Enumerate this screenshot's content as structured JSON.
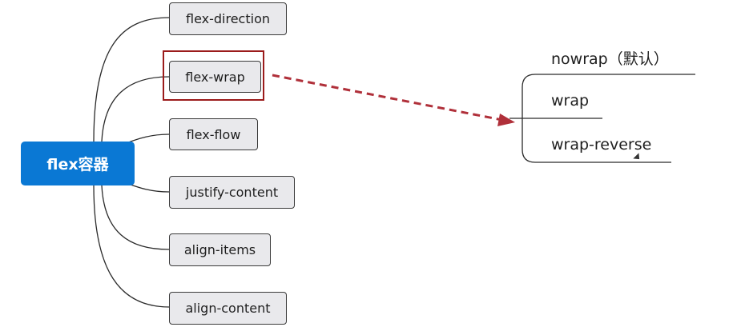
{
  "root": {
    "label": "flex容器",
    "color": "#0a78d4"
  },
  "properties": [
    {
      "label": "flex-direction"
    },
    {
      "label": "flex-wrap",
      "highlighted": true
    },
    {
      "label": "flex-flow"
    },
    {
      "label": "justify-content"
    },
    {
      "label": "align-items"
    },
    {
      "label": "align-content"
    }
  ],
  "flex_wrap_values": [
    {
      "label": "nowrap（默认）"
    },
    {
      "label": "wrap"
    },
    {
      "label": "wrap-reverse"
    }
  ],
  "colors": {
    "connector": "#2a2a2a",
    "highlight": "#9b1b1b",
    "arrow": "#b0303a"
  }
}
